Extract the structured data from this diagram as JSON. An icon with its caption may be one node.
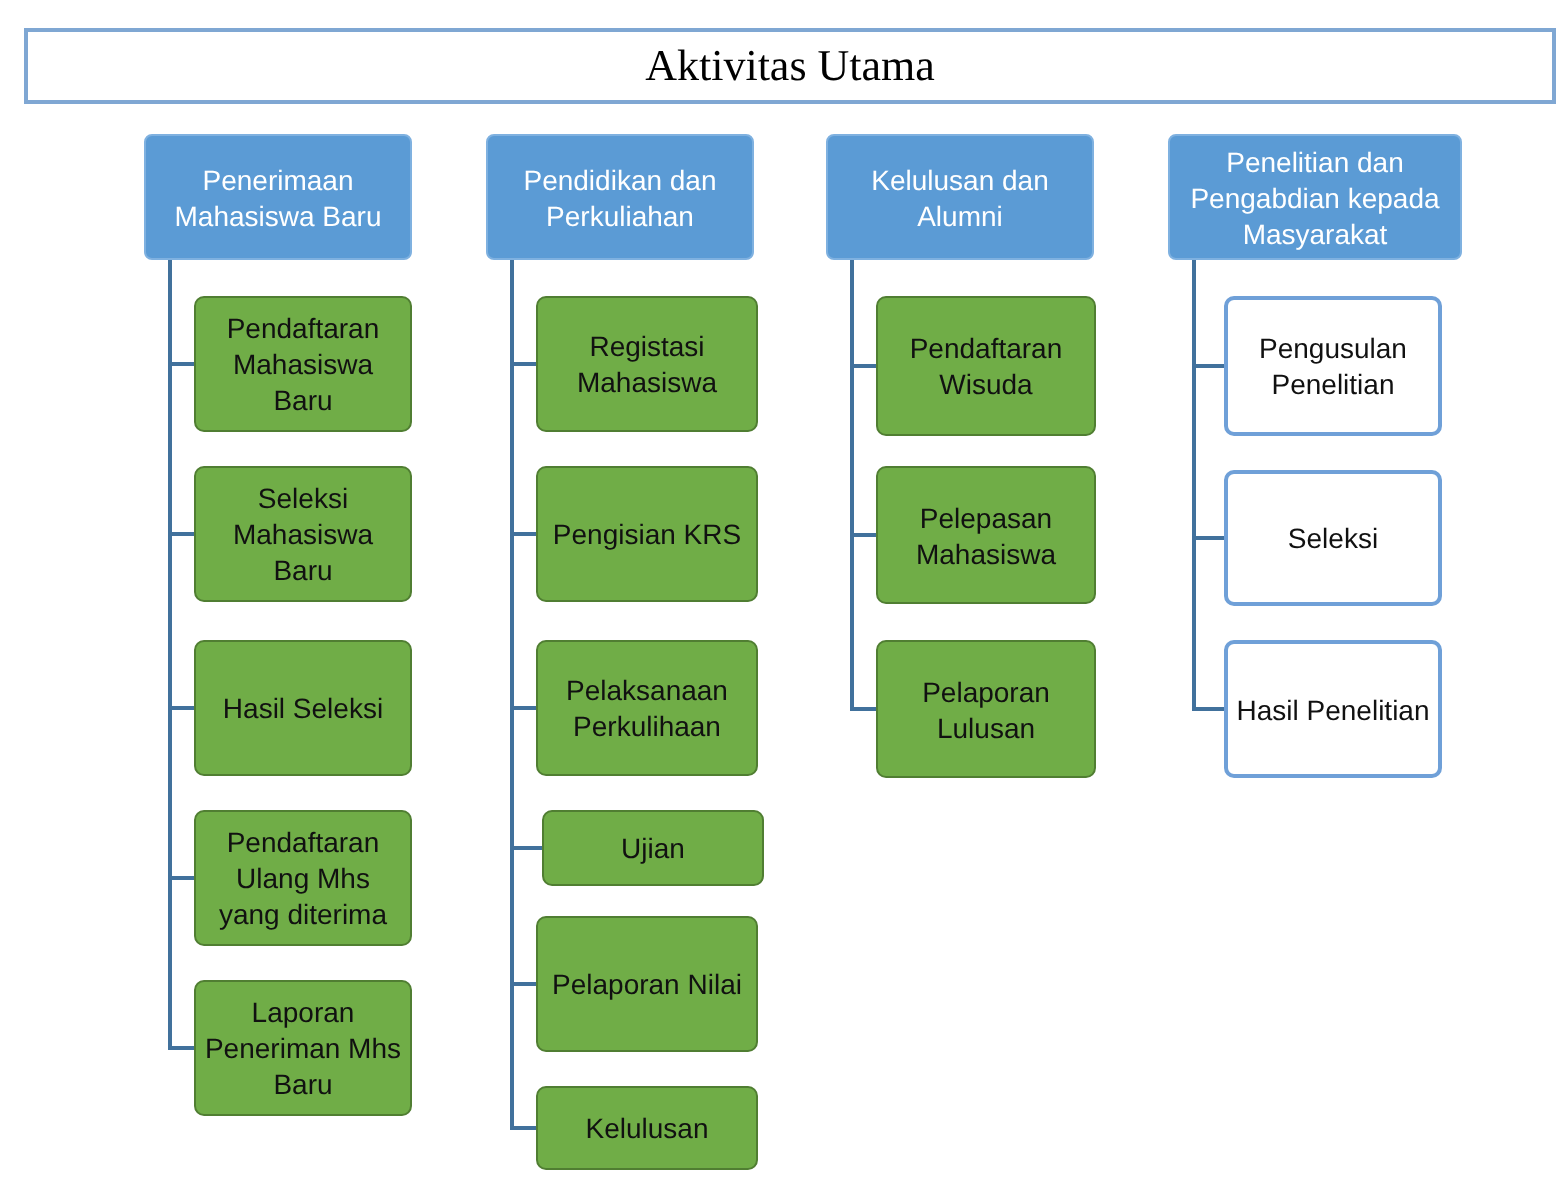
{
  "diagram": {
    "nodes": [
      {
        "text": [
          "Aktivitas Utama"
        ]
      },
      {
        "text": [
          "Penerimaan Mahasiswa Baru"
        ]
      },
      {
        "text": [
          "Pendaftaran Mahasiswa Baru"
        ]
      },
      {
        "text": [
          "Seleksi Mahasiswa Baru"
        ]
      },
      {
        "text": [
          "Hasil Seleksi"
        ]
      },
      {
        "text": [
          "Pendaftaran Ulang Mhs yang diterima"
        ]
      },
      {
        "text": [
          "Laporan Peneriman Mhs Baru"
        ]
      },
      {
        "text": [
          "Pendidikan dan Perkuliahan"
        ]
      },
      {
        "text": [
          "Registasi Mahasiswa"
        ]
      },
      {
        "text": [
          "Pengisian KRS"
        ]
      },
      {
        "text": [
          "Pelaksanaan Perkulihaan"
        ]
      },
      {
        "text": [
          "Ujian"
        ]
      },
      {
        "text": [
          "Pelaporan Nilai"
        ]
      },
      {
        "text": [
          "Kelulusan"
        ]
      },
      {
        "text": [
          "Kelulusan dan Alumni"
        ]
      },
      {
        "text": [
          "Pendaftaran Wisuda"
        ]
      },
      {
        "text": [
          "Pelepasan Mahasiswa"
        ]
      },
      {
        "text": [
          "Pelaporan Lulusan"
        ]
      },
      {
        "text": [
          "Penelitian dan Pengabdian kepada Masyarakat"
        ]
      },
      {
        "text": [
          "Pengusulan Penelitian"
        ]
      },
      {
        "text": [
          "Seleksi"
        ]
      },
      {
        "text": [
          "Hasil Penelitian"
        ]
      }
    ],
    "edges": [
      {
        "from": 1,
        "to": 2,
        "arrow": "none"
      },
      {
        "from": 1,
        "to": 3,
        "arrow": "none"
      },
      {
        "from": 1,
        "to": 4,
        "arrow": "none"
      },
      {
        "from": 1,
        "to": 5,
        "arrow": "none"
      },
      {
        "from": 1,
        "to": 6,
        "arrow": "none"
      },
      {
        "from": 7,
        "to": 8,
        "arrow": "none"
      },
      {
        "from": 7,
        "to": 9,
        "arrow": "none"
      },
      {
        "from": 7,
        "to": 10,
        "arrow": "none"
      },
      {
        "from": 7,
        "to": 11,
        "arrow": "none"
      },
      {
        "from": 7,
        "to": 12,
        "arrow": "none"
      },
      {
        "from": 7,
        "to": 13,
        "arrow": "none"
      },
      {
        "from": 14,
        "to": 15,
        "arrow": "none"
      },
      {
        "from": 14,
        "to": 16,
        "arrow": "none"
      },
      {
        "from": 14,
        "to": 17,
        "arrow": "none"
      },
      {
        "from": 18,
        "to": 19,
        "arrow": "none"
      },
      {
        "from": 18,
        "to": 20,
        "arrow": "none"
      },
      {
        "from": 18,
        "to": 21,
        "arrow": "none"
      }
    ]
  }
}
